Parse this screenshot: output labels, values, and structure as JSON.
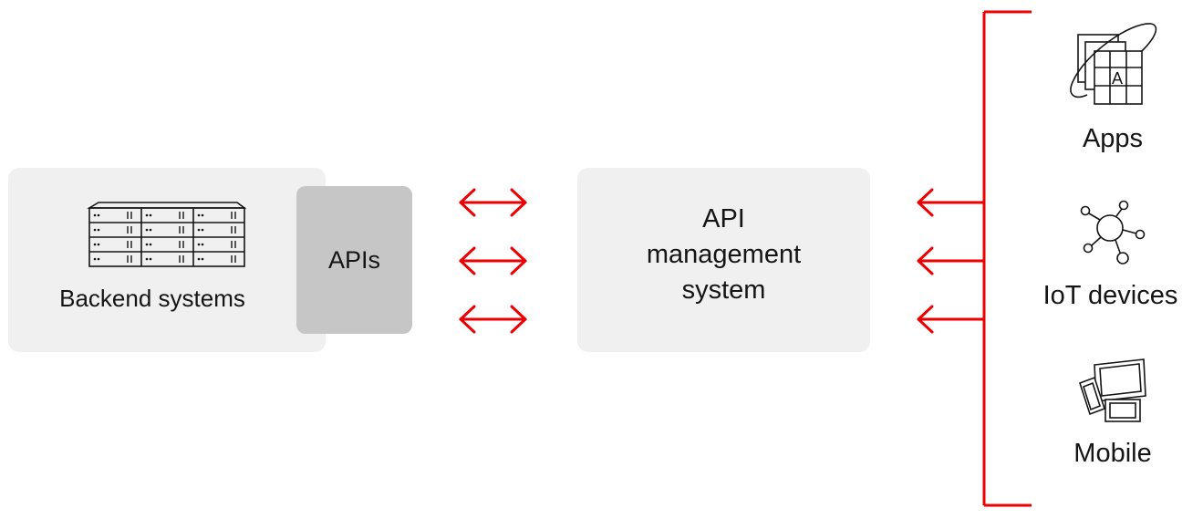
{
  "backend": {
    "label": "Backend systems",
    "icon": "server-rack-icon"
  },
  "apis": {
    "label": "APIs"
  },
  "management": {
    "line1": "API",
    "line2": "management",
    "line3": "system"
  },
  "clients": [
    {
      "label": "Apps",
      "icon": "apps-icon"
    },
    {
      "label": "IoT devices",
      "icon": "iot-network-icon"
    },
    {
      "label": "Mobile",
      "icon": "mobile-devices-icon"
    }
  ],
  "colors": {
    "accent": "#ee0000",
    "box": "#f0f0f0",
    "apis_box": "#c6c6c6",
    "text": "#151515"
  }
}
